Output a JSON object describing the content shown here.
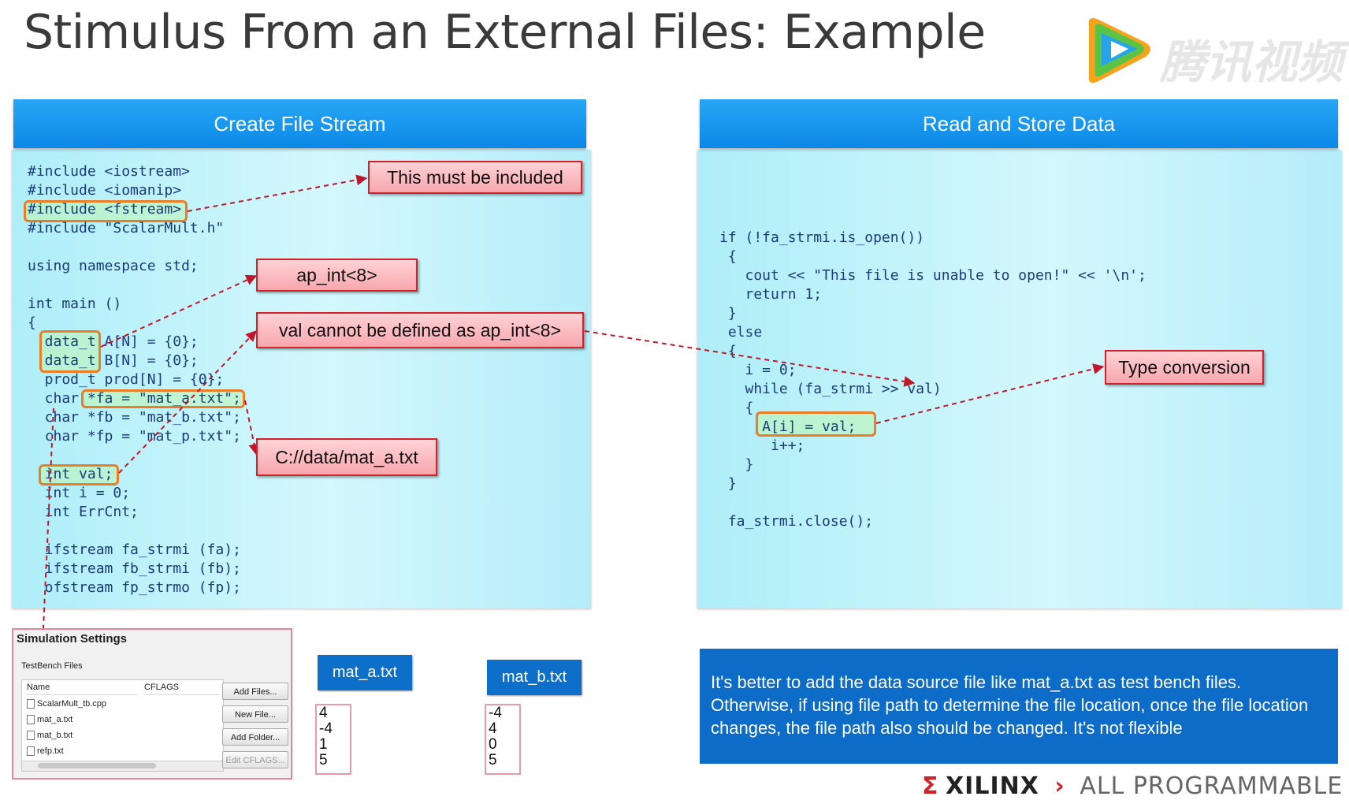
{
  "slide": {
    "title": "Stimulus From an External Files: Example"
  },
  "watermark": {
    "text": "腾讯视频",
    "icon": "play-icon",
    "colors": {
      "orange": "#f7a21c",
      "green": "#5cc444",
      "blue": "#26a6e8"
    }
  },
  "left_panel": {
    "header": "Create File Stream",
    "code": "#include <iostream>\n#include <iomanip>\n#include <fstream>\n#include \"ScalarMult.h\"\n\nusing namespace std;\n\nint main ()\n{\n  data_t A[N] = {0};\n  data_t B[N] = {0};\n  prod_t prod[N] = {0};\n  char *fa = \"mat_a.txt\";\n  char *fb = \"mat_b.txt\";\n  char *fp = \"mat_p.txt\";\n\n  int val;\n  int i = 0;\n  int ErrCnt;\n\n  ifstream fa_strmi (fa);\n  ifstream fb_strmi (fb);\n  ofstream fp_strmo (fp);"
  },
  "right_panel": {
    "header": "Read and Store Data",
    "code": "if (!fa_strmi.is_open())\n {\n   cout << \"This file is unable to open!\" << '\\n';\n   return 1;\n }\n else\n {\n   i = 0;\n   while (fa_strmi >> val)\n   {\n     A[i] = val;\n      i++;\n   }\n }\n\n fa_strmi.close();"
  },
  "callouts": {
    "include": "This must be included",
    "ap_int": "ap_int<8>",
    "val_note": "val cannot be defined as ap_int<8>",
    "path": "C://data/mat_a.txt",
    "type_conv": "Type conversion"
  },
  "sim_settings": {
    "title": "Simulation Settings",
    "section": "TestBench Files",
    "columns": [
      "Name",
      "CFLAGS"
    ],
    "files": [
      "ScalarMult_tb.cpp",
      "mat_a.txt",
      "mat_b.txt",
      "refp.txt"
    ],
    "buttons": {
      "add_files": "Add Files...",
      "new_file": "New File...",
      "add_folder": "Add Folder...",
      "edit_cflags": "Edit CFLAGS..."
    }
  },
  "files": {
    "a": {
      "label": "mat_a.txt",
      "values": [
        "4",
        "-4",
        "1",
        "5"
      ]
    },
    "b": {
      "label": "mat_b.txt",
      "values": [
        "-4",
        "4",
        "0",
        "5"
      ]
    }
  },
  "note": {
    "text": "It's better to add the data source file like mat_a.txt as test bench files. Otherwise, if using file path to determine the file location, once the file location changes, the file path also should be changed. It's not flexible"
  },
  "footer": {
    "brand": "XILINX",
    "tagline": "ALL PROGRAMMABLE",
    "mark": "Σ",
    "chevron": "›"
  },
  "colors": {
    "header_blue": "#0c88e6",
    "callout_red": "#d2232a",
    "highlight_orange": "#ea7d25",
    "note_blue": "#0c6cc7"
  }
}
